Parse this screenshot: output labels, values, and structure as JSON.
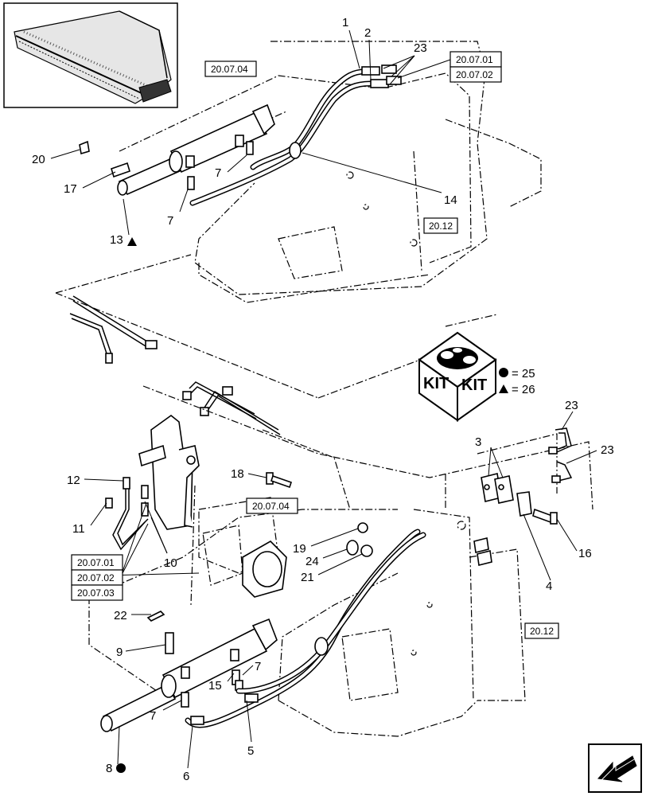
{
  "callouts": {
    "c1": "1",
    "c2": "2",
    "c23a": "23",
    "c20": "20",
    "c17": "17",
    "c7a": "7",
    "c7b": "7",
    "c14": "14",
    "c13": "13",
    "c3": "3",
    "c23b": "23",
    "c23c": "23",
    "c18": "18",
    "c12": "12",
    "c11": "11",
    "c10": "10",
    "c19": "19",
    "c24": "24",
    "c21": "21",
    "c16": "16",
    "c4": "4",
    "c22": "22",
    "c9": "9",
    "c7c": "7",
    "c15": "15",
    "c7d": "7",
    "c5": "5",
    "c8": "8",
    "c6": "6"
  },
  "references": {
    "r1": "20.07.04",
    "r2": "20.07.01",
    "r3": "20.07.02",
    "r4": "20.12",
    "r5": "20.07.04",
    "r6": "20.07.01",
    "r7": "20.07.02",
    "r8": "20.07.03",
    "r9": "20.12"
  },
  "kit": {
    "label_left": "KIT",
    "label_right": "KIT",
    "legend_circle": "= 25",
    "legend_triangle": "= 26"
  }
}
